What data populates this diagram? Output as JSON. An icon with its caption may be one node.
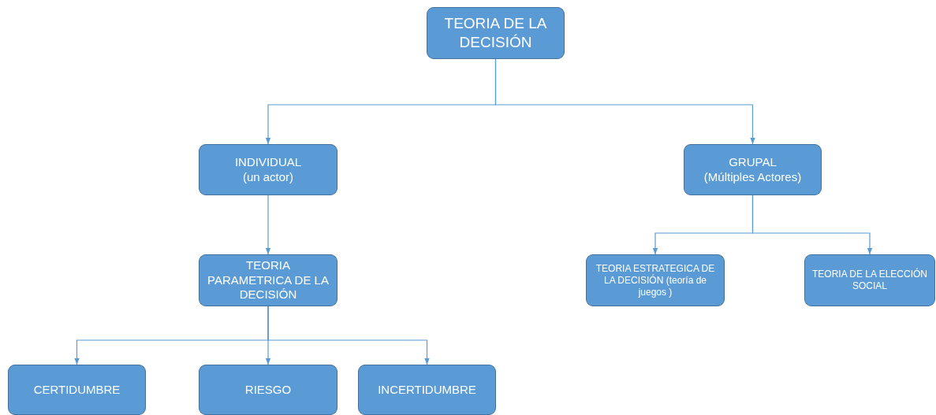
{
  "diagram": {
    "nodes": [
      {
        "text": [
          "TEORIA DE LA DECISIÓN"
        ]
      },
      {
        "text": [
          "INDIVIDUAL",
          "(un actor)"
        ]
      },
      {
        "text": [
          "GRUPAL",
          "(Múltiples Actores)"
        ]
      },
      {
        "text": [
          "TEORIA PARAMETRICA DE LA DECISIÓN"
        ]
      },
      {
        "text": [
          "TEORIA ESTRATEGICA DE LA DECISIÓN (teoría de juegos )"
        ]
      },
      {
        "text": [
          "TEORIA DE LA ELECCIÓN SOCIAL"
        ]
      },
      {
        "text": [
          "CERTIDUMBRE"
        ]
      },
      {
        "text": [
          "RIESGO"
        ]
      },
      {
        "text": [
          "INCERTIDUMBRE"
        ]
      }
    ],
    "edges": [
      {
        "from": 0,
        "to": 1,
        "arrow": "to"
      },
      {
        "from": 0,
        "to": 2,
        "arrow": "to"
      },
      {
        "from": 1,
        "to": 3,
        "arrow": "to"
      },
      {
        "from": 2,
        "to": 4,
        "arrow": "to"
      },
      {
        "from": 2,
        "to": 5,
        "arrow": "to"
      },
      {
        "from": 3,
        "to": 6,
        "arrow": "to"
      },
      {
        "from": 3,
        "to": 7,
        "arrow": "to"
      },
      {
        "from": 3,
        "to": 8,
        "arrow": "to"
      }
    ]
  }
}
